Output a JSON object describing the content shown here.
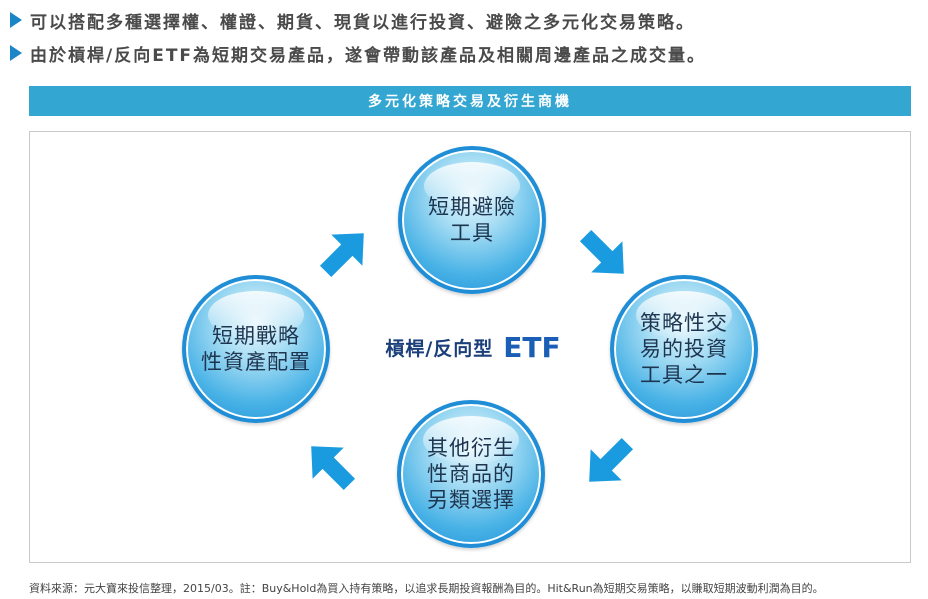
{
  "bullets": [
    "可以搭配多種選擇權、權證、期貨、現貨以進行投資、避險之多元化交易策略。",
    "由於槓桿/反向ETF為短期交易產品，遂會帶動該產品及相關周邊產品之成交量。"
  ],
  "banner_title": "多元化策略交易及衍生商機",
  "center": {
    "zh": "槓桿/反向型",
    "etf": "ETF"
  },
  "bubbles": {
    "top": "短期避險\n工具",
    "right": "策略性交\n易的投資\n工具之一",
    "bottom": "其他衍生\n性商品的\n另類選擇",
    "left": "短期戰略\n性資產配置"
  },
  "colors": {
    "accent": "#1a86c8",
    "banner": "#34a6d2",
    "arrow": "#1a9be0",
    "center_text": "#1b3f7a",
    "etf_text": "#1a5fb5"
  },
  "icons": {
    "bullet": "triangle-bullet-icon",
    "arrow": "block-arrow-icon"
  },
  "footnote": "資料來源：元大寶來投信整理，2015/03。註：Buy&Hold為買入持有策略，以追求長期投資報酬為目的。Hit&Run為短期交易策略，以賺取短期波動利潤為目的。"
}
